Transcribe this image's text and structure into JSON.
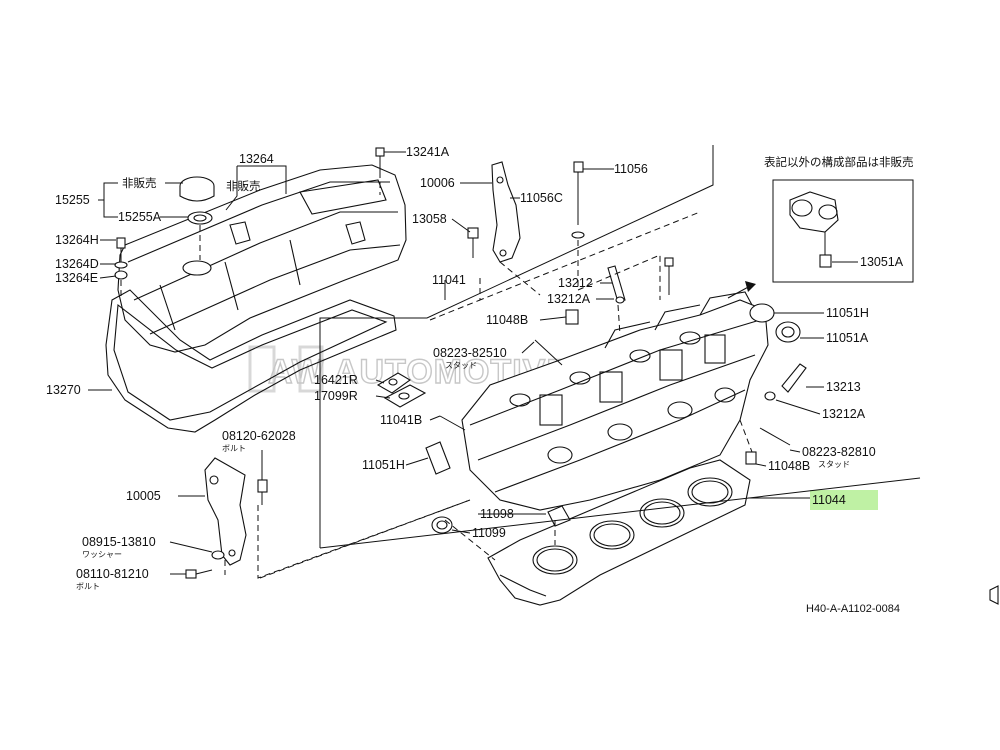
{
  "callouts": {
    "p15255": "15255",
    "p15255_note": "非販売",
    "p15255A": "15255A",
    "p13264": "13264",
    "p13264_note": "非販売",
    "p13264H": "13264H",
    "p13264D": "13264D",
    "p13264E": "13264E",
    "p13270": "13270",
    "p13241A": "13241A",
    "p10006": "10006",
    "p11056C": "11056C",
    "p11056": "11056",
    "p13058": "13058",
    "p11041": "11041",
    "p13212": "13212",
    "p13212A_top": "13212A",
    "p11048B_top": "11048B",
    "p08223_82510": "08223-82510",
    "p08223_82510_sub": "スタッド",
    "p16421R": "16421R",
    "p17099R": "17099R",
    "p11041B": "11041B",
    "p11051H_left": "11051H",
    "p08120_62028": "08120-62028",
    "p08120_62028_sub": "ボルト",
    "p10005": "10005",
    "p08915_13810": "08915-13810",
    "p08915_13810_sub": "ワッシャー",
    "p08110_81210": "08110-81210",
    "p08110_81210_sub": "ボルト",
    "p11098": "11098",
    "p11099": "11099",
    "p11051H_right": "11051H",
    "p11051A": "11051A",
    "p13213": "13213",
    "p13212A_right": "13212A",
    "p08223_82810": "08223-82810",
    "p08223_82810_sub": "スタッド",
    "p11048B_right": "11048B",
    "p11044": "11044",
    "p13051A": "13051A"
  },
  "inset_note": "表記以外の構成部品は非販売",
  "reference_code": "H40-A-A1102-0084",
  "watermark": "AW AUTOMOTIVEWORLD",
  "colors": {
    "highlight": "#b8f09a",
    "line": "#111111",
    "watermark": "#c7c7c7"
  }
}
